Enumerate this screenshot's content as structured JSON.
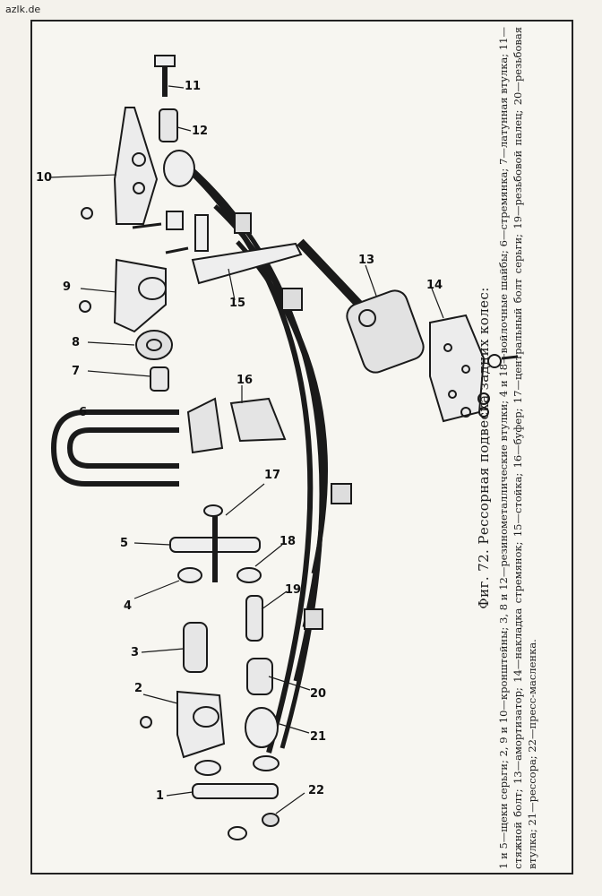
{
  "site": "azlk.de",
  "figure": {
    "title": "Фиг. 72. Рессорная подвеска задних колес:",
    "legend": "1 и 5—щеки серьги; 2, 9 и 10—кронштейны; 3, 8 и 12—резинометаллические втулки; 4 и 18—войлочные шайбы; 6—стремянка; 7—латунная втулка; 11—стяжной болт; 13—амортизатор; 14—накладка стремянок; 15—стойка; 16—буфер; 17—центральный болт серьги; 19—резьбовой палец; 20—резьбовая втулка; 21—рессора; 22—пресс-масленка."
  },
  "labels": {
    "n1": "1",
    "n2": "2",
    "n3": "3",
    "n4": "4",
    "n5": "5",
    "n6": "6",
    "n7": "7",
    "n8": "8",
    "n9": "9",
    "n10": "10",
    "n11": "11",
    "n12": "12",
    "n13": "13",
    "n14": "14",
    "n15": "15",
    "n16": "16",
    "n17": "17",
    "n18": "18",
    "n19": "19",
    "n20": "20",
    "n21": "21",
    "n22": "22"
  }
}
